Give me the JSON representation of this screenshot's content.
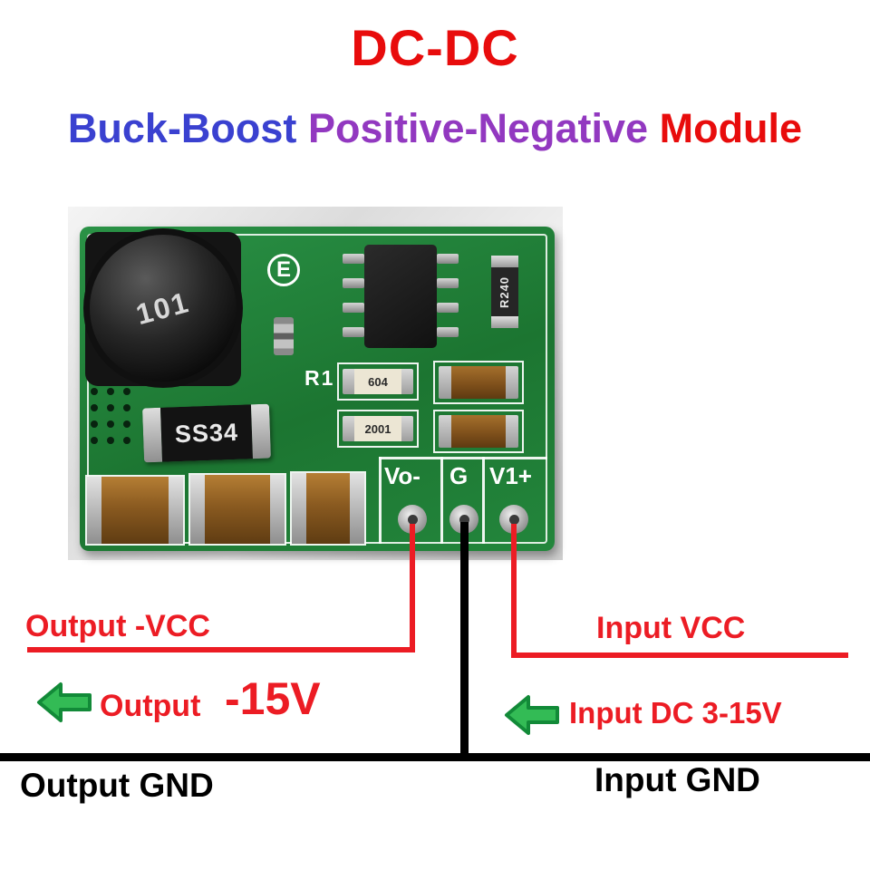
{
  "header": {
    "title": "DC-DC",
    "subtitle": {
      "buck_boost": "Buck-Boost",
      "positive_negative": "Positive-Negative",
      "module": "Module"
    }
  },
  "pcb": {
    "inductor_label": "101",
    "logo_letter": "E",
    "silkscreen_r1": "R1",
    "resistor_604": "604",
    "resistor_2001": "2001",
    "resistor_r240": "R240",
    "diode_label": "SS34",
    "pad_labels": [
      "Vo-",
      "G",
      "V1+"
    ]
  },
  "annotations": {
    "output_vcc": "Output -VCC",
    "input_vcc": "Input VCC",
    "output_word": "Output",
    "output_voltage": "-15V",
    "input_dc": "Input DC 3-15V",
    "output_gnd": "Output GND",
    "input_gnd": "Input GND"
  },
  "icons": {
    "output_arrow": "left-block-arrow",
    "input_arrow": "left-block-arrow"
  },
  "colors": {
    "title_red": "#e80c0c",
    "subtitle_blue": "#3a41d0",
    "subtitle_purple": "#9238c0",
    "annotation_red": "#ec1c24",
    "arrow_green": "#33bb55",
    "gnd_black": "#000000",
    "pcb_green": "#1f7c34"
  }
}
